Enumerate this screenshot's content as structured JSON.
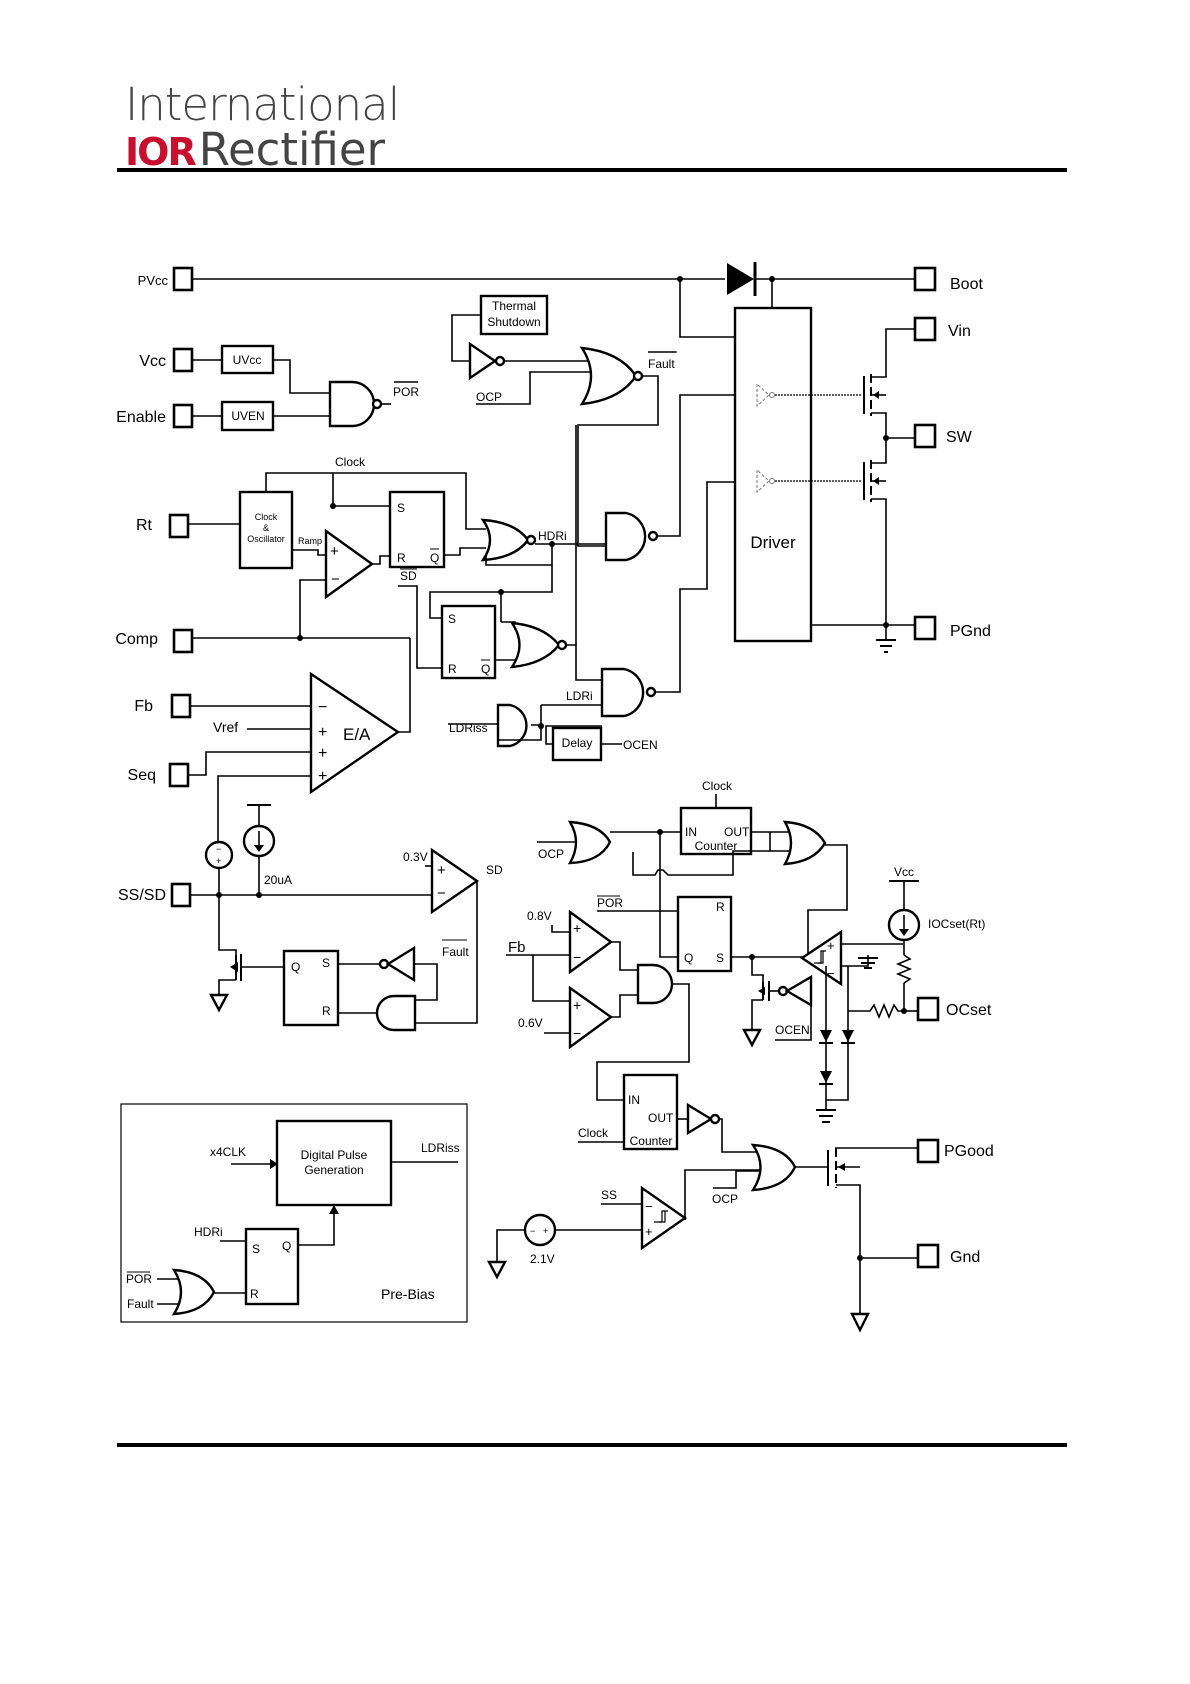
{
  "header": {
    "logo_line1": "International",
    "logo_mark": "IOR",
    "logo_line2": "Rectifier"
  },
  "pins": {
    "pvcc": "PVcc",
    "vcc": "Vcc",
    "enable": "Enable",
    "rt": "Rt",
    "comp": "Comp",
    "fb": "Fb",
    "seq": "Seq",
    "sssd": "SS/SD",
    "boot": "Boot",
    "vin": "Vin",
    "sw": "SW",
    "pgnd": "PGnd",
    "ocset": "OCset",
    "pgood": "PGood",
    "gnd": "Gnd"
  },
  "blocks": {
    "thermal1": "Thermal",
    "thermal2": "Shutdown",
    "uvcc": "UVcc",
    "uven": "UVEN",
    "clock_osc1": "Clock",
    "clock_osc2": "&",
    "clock_osc3": "Oscillator",
    "delay": "Delay",
    "driver": "Driver",
    "ea": "E/A",
    "counter_in": "IN",
    "counter_out": "OUT",
    "counter": "Counter",
    "dpg1": "Digital Pulse",
    "dpg2": "Generation",
    "prebias": "Pre-Bias"
  },
  "signals": {
    "por": "POR",
    "ocp": "OCP",
    "fault": "Fault",
    "clock": "Clock",
    "ramp": "Ramp",
    "hdri": "HDRi",
    "ldri": "LDRi",
    "ldriss": "LDRiss",
    "sd": "SD",
    "ocen": "OCEN",
    "vref": "Vref",
    "i20u": "20uA",
    "v03": "0.3V",
    "v08": "0.8V",
    "v06": "0.6V",
    "v21": "2.1V",
    "ss": "SS",
    "vcc": "Vcc",
    "iocset": "IOCset(Rt)",
    "x4clk": "x4CLK",
    "s": "S",
    "r": "R",
    "q": "Q",
    "qbar": "Q",
    "plus": "+",
    "minus": "−"
  }
}
